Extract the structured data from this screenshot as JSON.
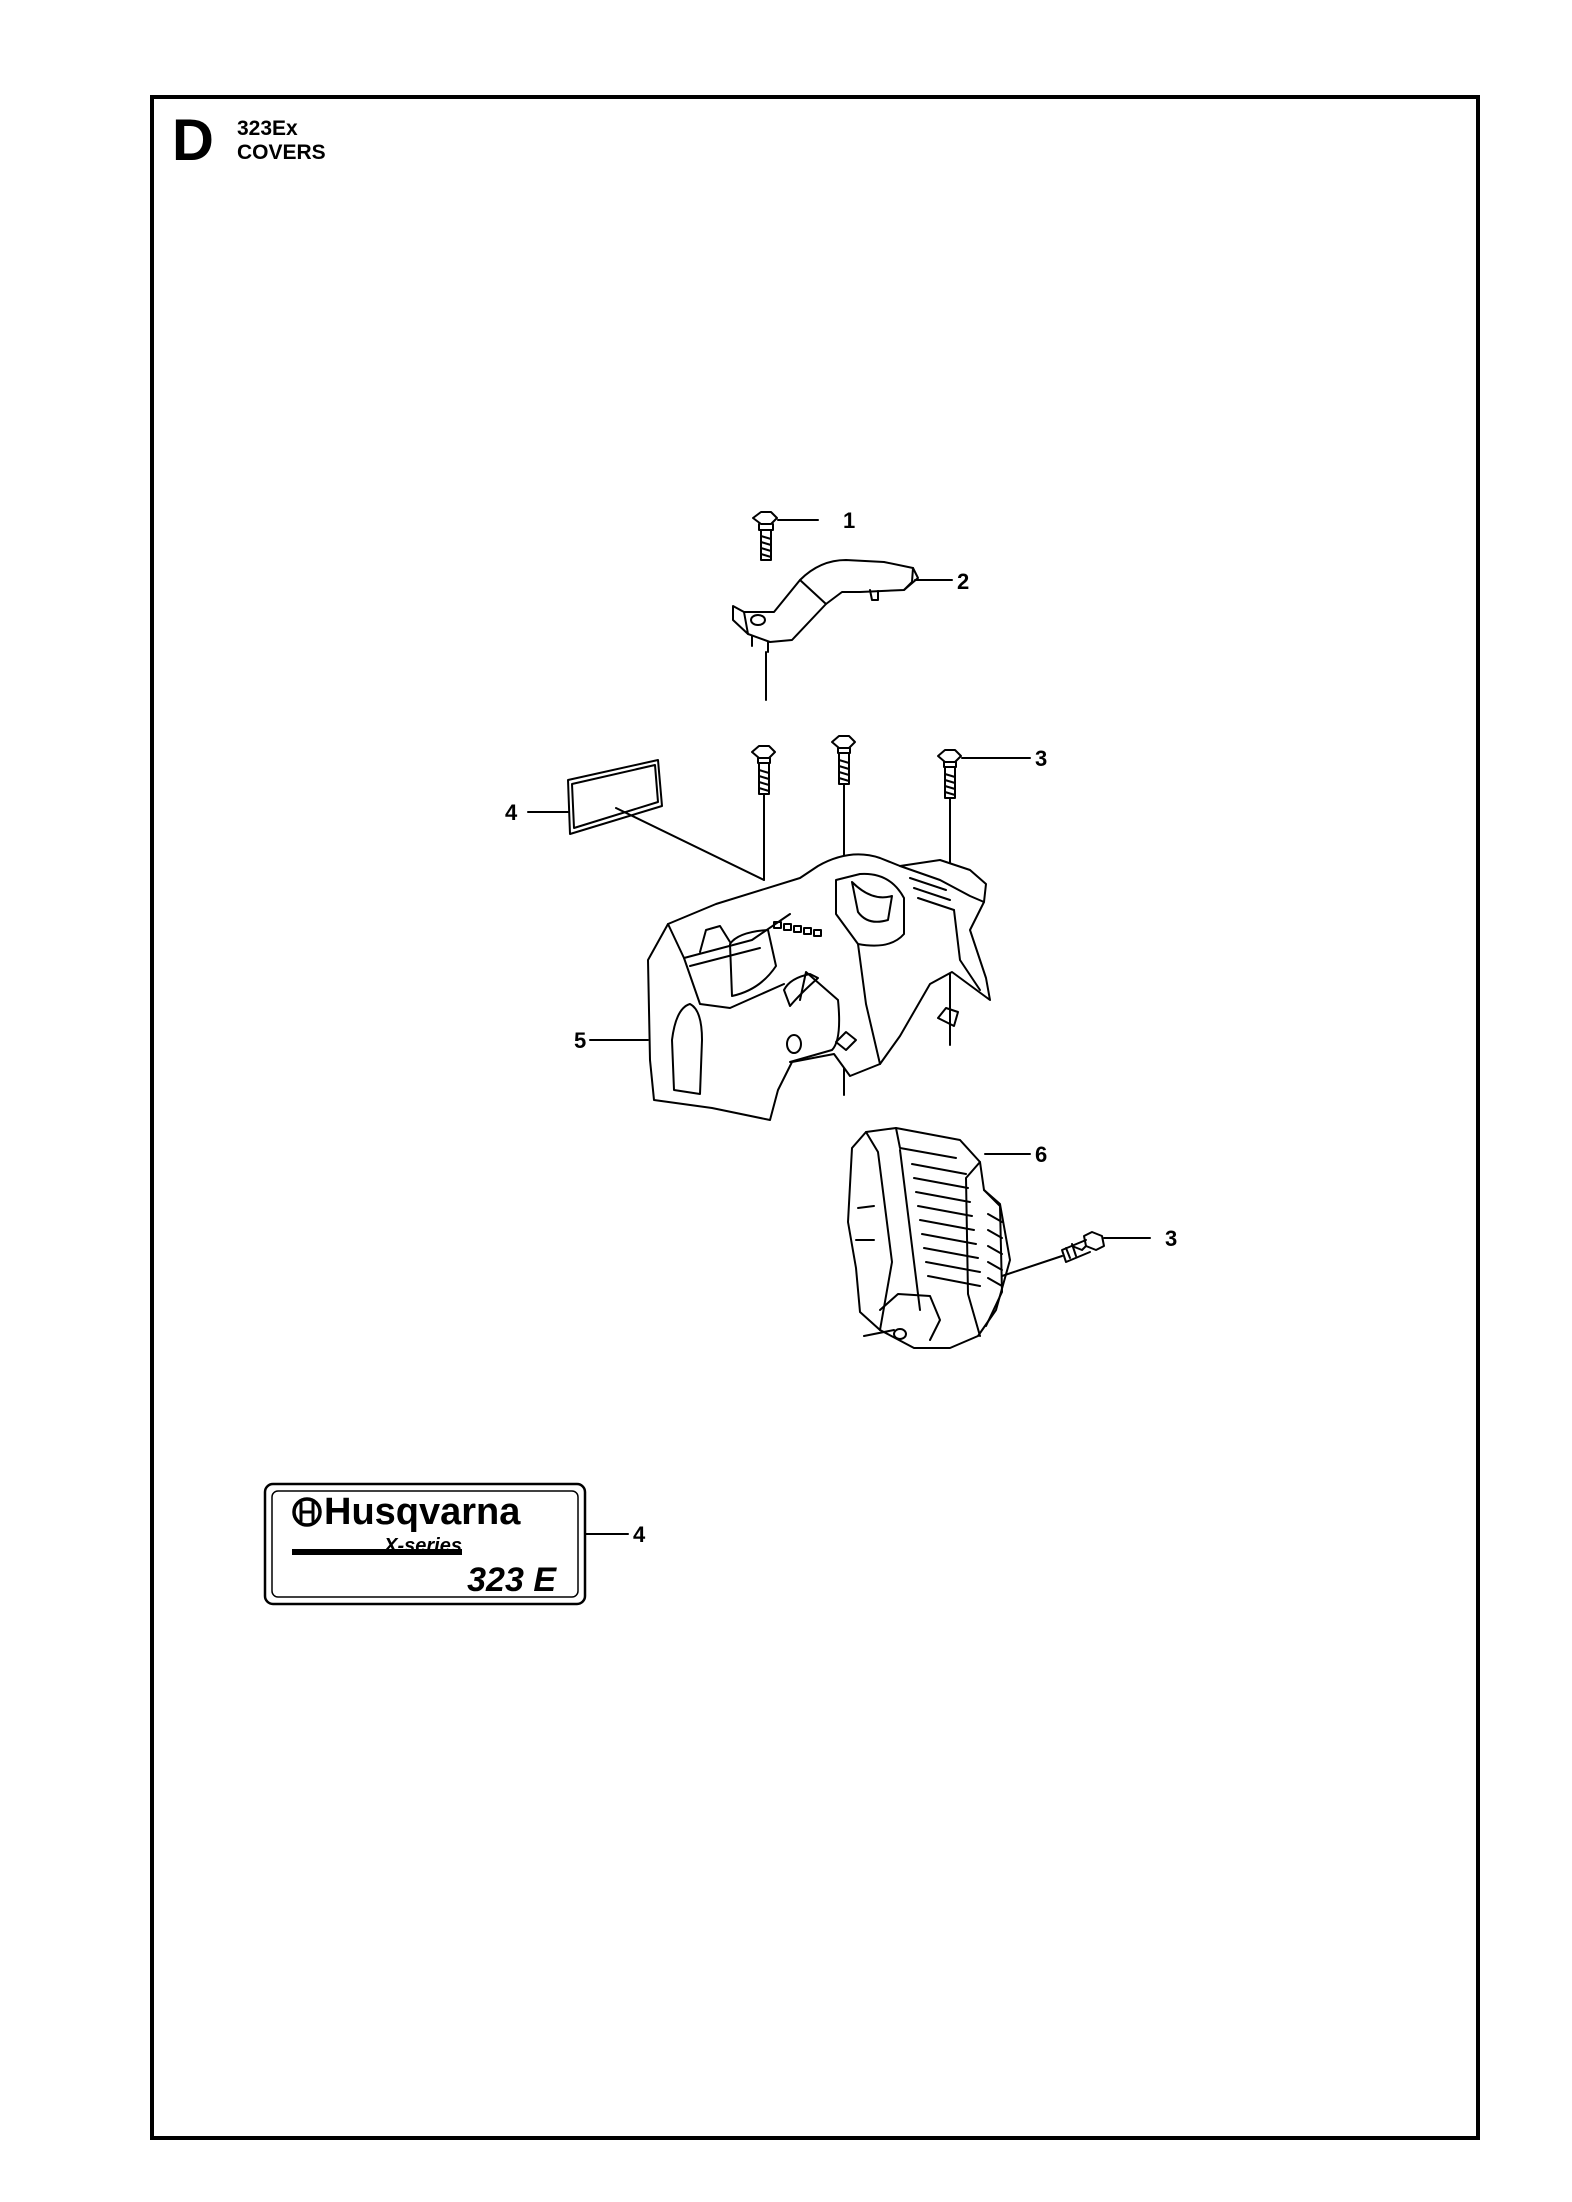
{
  "header": {
    "section_letter": "D",
    "model": "323Ex",
    "title": "COVERS"
  },
  "callouts": [
    {
      "id": "c1",
      "label": "1"
    },
    {
      "id": "c2",
      "label": "2"
    },
    {
      "id": "c3a",
      "label": "3"
    },
    {
      "id": "c4a",
      "label": "4"
    },
    {
      "id": "c5",
      "label": "5"
    },
    {
      "id": "c6",
      "label": "6"
    },
    {
      "id": "c3b",
      "label": "3"
    },
    {
      "id": "c4b",
      "label": "4"
    }
  ],
  "decal": {
    "brand": "Husqvarna",
    "series": "X-series",
    "model": "323 E"
  }
}
